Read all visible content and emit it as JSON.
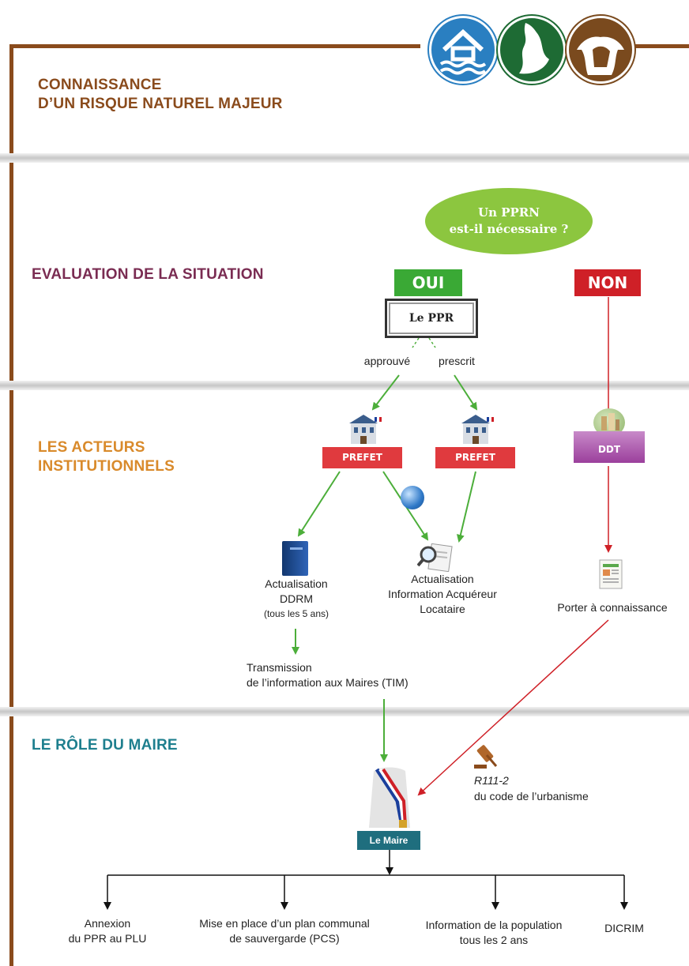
{
  "header": {
    "title_line1": "CONNAISSANCE",
    "title_line2": "D’UN RISQUE NATUREL MAJEUR",
    "logos": [
      "flood-house-icon",
      "coast-icon",
      "cliff-icon"
    ]
  },
  "sections": {
    "evaluation": "EVALUATION DE LA SITUATION",
    "acteurs_line1": "LES ACTEURS",
    "acteurs_line2": "INSTITUTIONNELS",
    "role": "LE RÔLE DU MAIRE"
  },
  "question": {
    "line1": "Un PPRN",
    "line2": "est-il nécessaire ?"
  },
  "answers": {
    "yes": "OUI",
    "no": "NON"
  },
  "ppr_box": "Le PPR",
  "branch_labels": {
    "left": "approuvé",
    "right": "prescrit"
  },
  "actors": {
    "prefet_left": "PREFET",
    "prefet_right": "PREFET",
    "ddt": "DDT"
  },
  "outcomes": {
    "ddrm_line1": "Actualisation",
    "ddrm_line2": "DDRM",
    "ddrm_line3": "(tous les 5 ans)",
    "ial_line1": "Actualisation",
    "ial_line2": "Information Acquéreur",
    "ial_line3": "Locataire",
    "pac": "Porter à connaissance",
    "tim_line1": "Transmission",
    "tim_line2": "de l’information aux Maires (TIM)",
    "r111_line1": "R111-2",
    "r111_line2": "du code de l’urbanisme"
  },
  "maire_label": "Le Maire",
  "bottom": {
    "annexion_line1": "Annexion",
    "annexion_line2": "du PPR au PLU",
    "pcs_line1": "Mise en place d’un plan communal",
    "pcs_line2": "de sauvergarde (PCS)",
    "info_line1": "Information de la population",
    "info_line2": "tous les 2 ans",
    "dicrim": "DICRIM"
  },
  "colors": {
    "frame": "#8a4b1c",
    "heading_brown": "#8a4b1c",
    "heading_purple": "#7a2c52",
    "heading_orange": "#d98a2b",
    "heading_teal": "#1e7f8e",
    "green": "#4cae3a",
    "red": "#cf2027",
    "ddt_purple": "#9b3f9c",
    "maire_teal": "#1f6e7e",
    "ellipse_green": "#8cc63f"
  }
}
